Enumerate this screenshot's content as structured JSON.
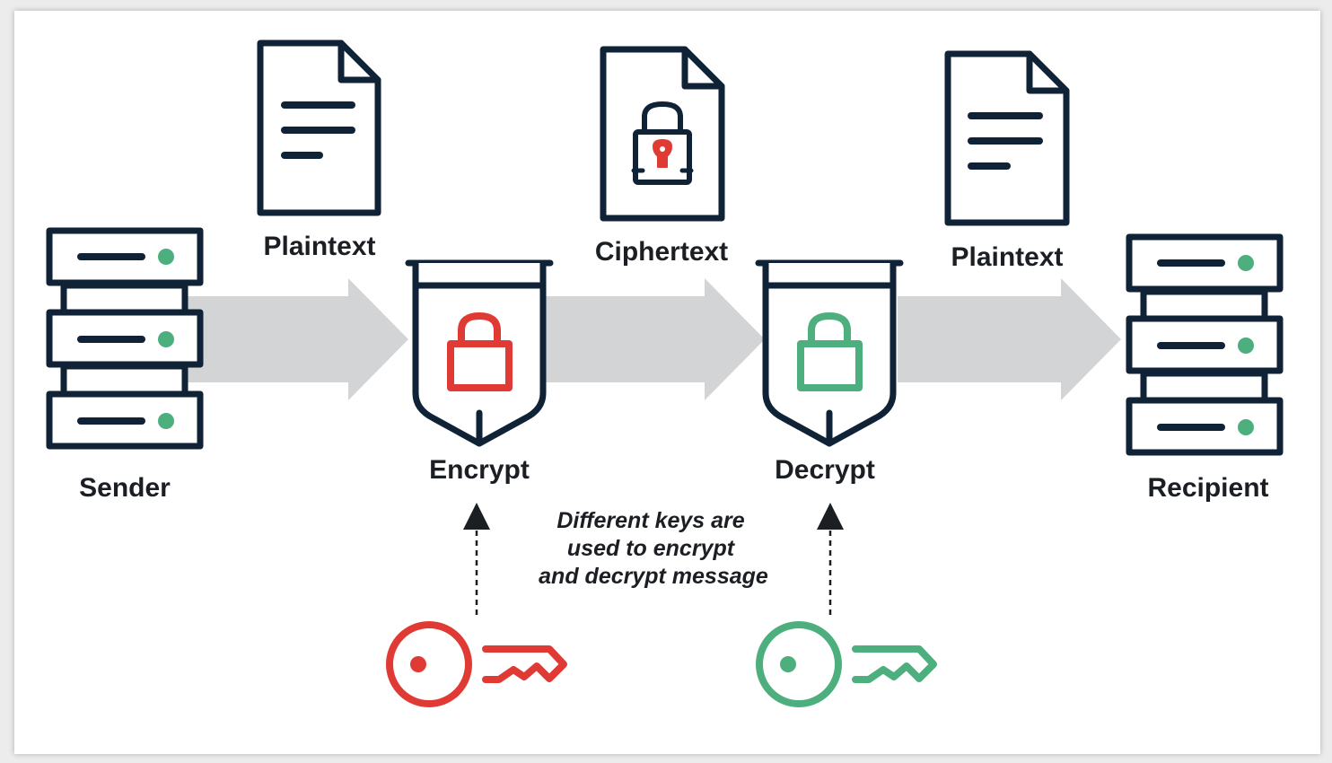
{
  "diagram": {
    "nodes": {
      "sender": "Sender",
      "encrypt": "Encrypt",
      "decrypt": "Decrypt",
      "recipient": "Recipient"
    },
    "documents": {
      "plaintext_in": "Plaintext",
      "ciphertext": "Ciphertext",
      "plaintext_out": "Plaintext"
    },
    "note": {
      "line1": "Different keys are",
      "line2": "used to encrypt",
      "line3": "and decrypt message"
    },
    "keys": [
      {
        "name": "encryption-key",
        "color": "#e03a35"
      },
      {
        "name": "decryption-key",
        "color": "#4caf7d"
      }
    ]
  },
  "colors": {
    "outline": "#0f2236",
    "arrow": "#d2d4d6",
    "red": "#e03a35",
    "green": "#4caf7d",
    "server_dot": "#4caf7d"
  }
}
